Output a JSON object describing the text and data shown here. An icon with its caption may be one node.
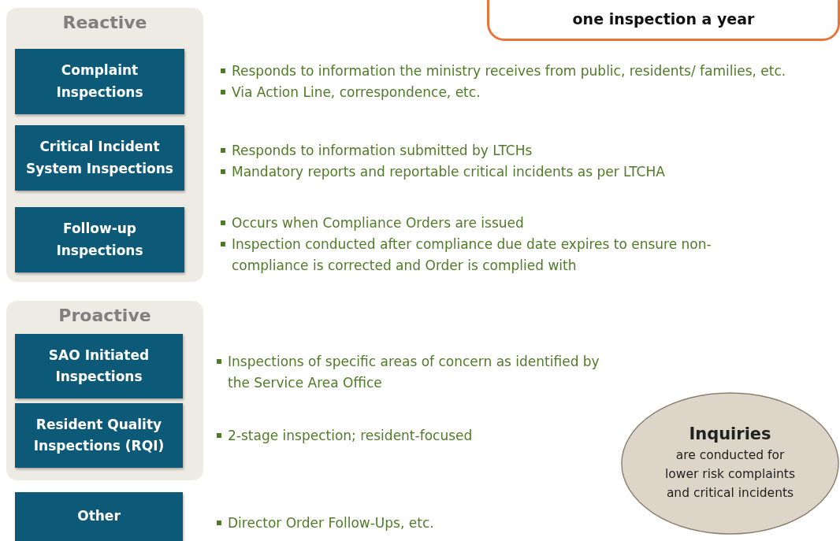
{
  "diagram": {
    "nodes": [
      {
        "text": [
          "Reactive"
        ]
      },
      {
        "text": [
          "Complaint Inspections"
        ],
        "in": 0,
        "beside": [
          "Responds to information the ministry receives from public, residents/ families, etc.",
          "Via Action Line, correspondence, etc."
        ]
      },
      {
        "text": [
          "Critical Incident System Inspections"
        ],
        "in": 0,
        "beside": [
          "Responds to information submitted by LTCHs",
          "Mandatory reports and reportable critical incidents as per LTCHA"
        ]
      },
      {
        "text": [
          "Follow-up Inspections"
        ],
        "in": 0,
        "beside": [
          "Occurs when Compliance Orders are issued",
          "Inspection conducted after compliance due date expires to ensure non-compliance is corrected and Order is complied with"
        ]
      },
      {
        "text": [
          "Proactive"
        ]
      },
      {
        "text": [
          "SAO Initiated Inspections"
        ],
        "in": 4
      },
      {
        "text": [
          "Resident Quality Inspections (RQI)"
        ],
        "in": 4,
        "beside": [
          "2-stage inspection; resident-focused"
        ]
      },
      {
        "text": [
          "Other"
        ],
        "beside": [
          "Director Order Follow-Ups, etc."
        ]
      },
      {
        "text": [
          "one inspection a year"
        ]
      },
      {
        "text": [
          "Inquiries",
          "are conducted for lower risk complaints and critical incidents"
        ]
      }
    ],
    "edges": [],
    "labels": [
      "Inspections of specific areas of concern as identified by the Service Area Office"
    ]
  }
}
